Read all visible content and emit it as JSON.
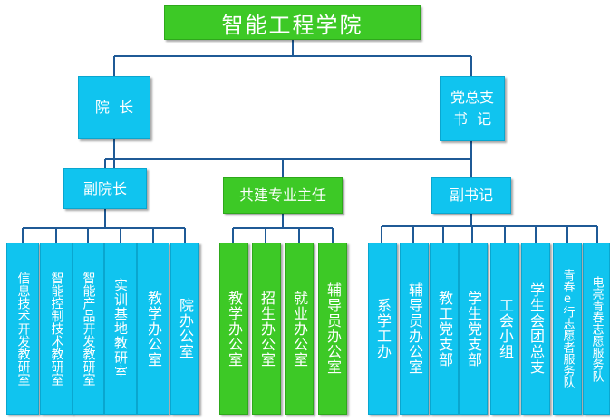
{
  "title": "智能工程学院",
  "level1": {
    "dean": "院  长",
    "party_secretary_line1": "党总支",
    "party_secretary_line2": "书  记"
  },
  "level2": {
    "vice_dean": "副院长",
    "co_director": "共建专业主任",
    "deputy_secretary": "副书记"
  },
  "vice_dean_units": [
    "信息技术开发教研室",
    "智能控制技术教研室",
    "智能产品开发教研室",
    "实训基地教研室",
    "教学办公室",
    "院办公室"
  ],
  "co_director_units": [
    "教学办公室",
    "招生办公室",
    "就业办公室",
    "辅导员办公室"
  ],
  "deputy_secretary_units": [
    "系学工办",
    "辅导员办公室",
    "教工党支部",
    "学生党支部",
    "工会小组",
    "学生会团总支",
    "青春e行志愿者服务队",
    "电亮青春志愿服务队"
  ],
  "colors": {
    "blue": "#10c4ef",
    "green": "#3dc926",
    "connector": "#1f5a96"
  }
}
